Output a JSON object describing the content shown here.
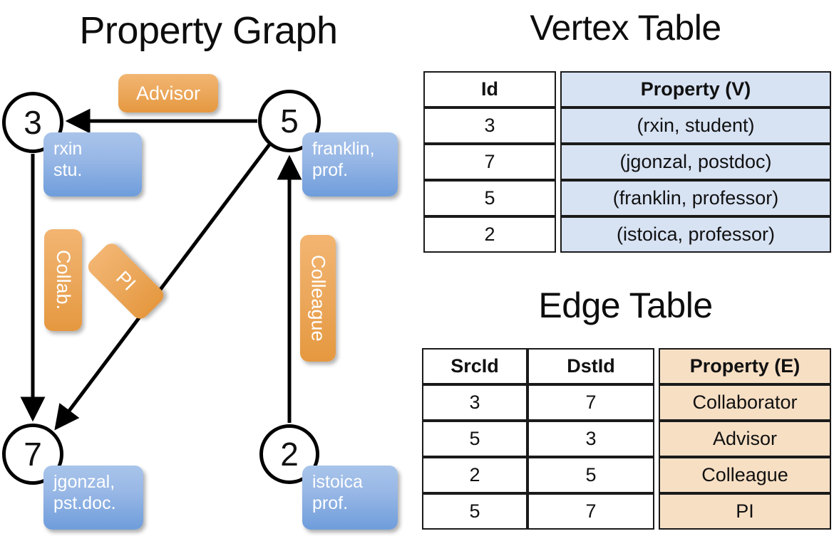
{
  "titles": {
    "property_graph": "Property Graph",
    "vertex_table": "Vertex Table",
    "edge_table": "Edge Table"
  },
  "graph": {
    "vertices": [
      {
        "id": "3",
        "property_label": "rxin\nstu."
      },
      {
        "id": "5",
        "property_label": "franklin,\nprof."
      },
      {
        "id": "7",
        "property_label": "jgonzal,\npst.doc."
      },
      {
        "id": "2",
        "property_label": "istoica\nprof."
      }
    ],
    "vertex_labels": {
      "v3_line1": "rxin",
      "v3_line2": "stu.",
      "v5_line1": "franklin,",
      "v5_line2": "prof.",
      "v7_line1": "jgonzal,",
      "v7_line2": "pst.doc.",
      "v2_line1": "istoica",
      "v2_line2": "prof."
    },
    "edge_labels": {
      "advisor": "Advisor",
      "collab": "Collab.",
      "pi": "PI",
      "colleague": "Colleague"
    },
    "edges": [
      {
        "from": "5",
        "to": "3",
        "label": "Advisor"
      },
      {
        "from": "3",
        "to": "7",
        "label": "Collab."
      },
      {
        "from": "5",
        "to": "7",
        "label": "PI"
      },
      {
        "from": "2",
        "to": "5",
        "label": "Colleague"
      }
    ]
  },
  "vertex_table": {
    "headers": [
      "Id",
      "Property (V)"
    ],
    "rows": [
      {
        "id": "3",
        "property": "(rxin, student)"
      },
      {
        "id": "7",
        "property": "(jgonzal, postdoc)"
      },
      {
        "id": "5",
        "property": "(franklin, professor)"
      },
      {
        "id": "2",
        "property": "(istoica, professor)"
      }
    ]
  },
  "edge_table": {
    "headers": [
      "SrcId",
      "DstId",
      "Property (E)"
    ],
    "rows": [
      {
        "src": "3",
        "dst": "7",
        "property": "Collaborator"
      },
      {
        "src": "5",
        "dst": "3",
        "property": "Advisor"
      },
      {
        "src": "2",
        "dst": "5",
        "property": "Colleague"
      },
      {
        "src": "5",
        "dst": "7",
        "property": "PI"
      }
    ]
  },
  "colors": {
    "vertex_property_blue": "#6e9ddb",
    "edge_label_orange": "#e5983f",
    "vertex_table_fill": "#d7e2f3",
    "edge_table_fill": "#f7dfc4",
    "stroke": "#000000"
  }
}
